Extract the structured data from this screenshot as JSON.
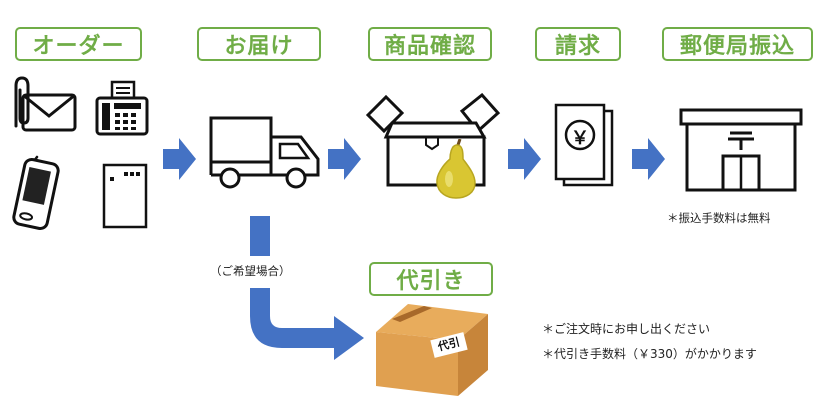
{
  "steps": [
    {
      "label": "オーダー"
    },
    {
      "label": "お届け"
    },
    {
      "label": "商品確認"
    },
    {
      "label": "請求"
    },
    {
      "label": "郵便局振込"
    }
  ],
  "cod": {
    "label": "代引き",
    "condition": "（ご希望場合）",
    "box_tag": "代引",
    "notes": [
      "＊ご注文時にお申し出ください",
      "＊代引き手数料（￥330）がかかります"
    ]
  },
  "bank_note": "＊振込手数料は無料",
  "invoice_symbol": "￥",
  "colors": {
    "accent": "#70ad47",
    "arrow": "#4472c4",
    "box": "#e0a050",
    "pear": "#d9c632"
  }
}
